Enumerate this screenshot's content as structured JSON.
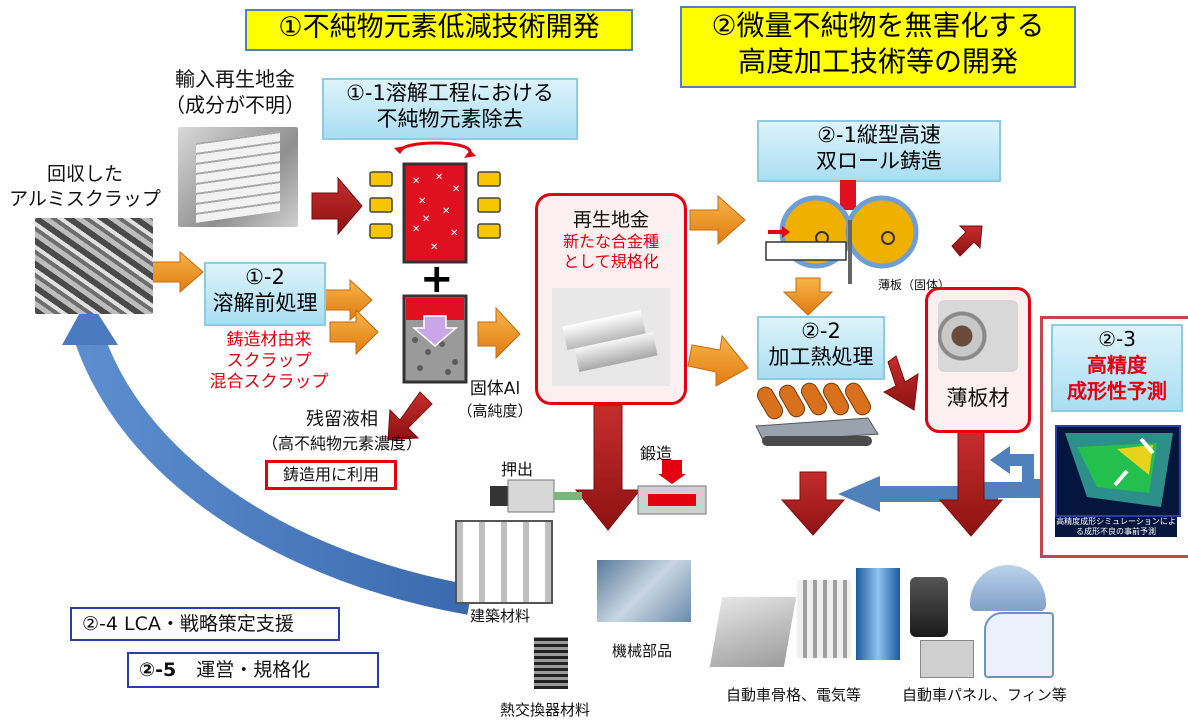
{
  "theme1": {
    "title": "①不純物元素低減技術開発"
  },
  "theme2": {
    "title_line1": "②微量不純物を無害化する",
    "title_line2": "高度加工技術等の開発"
  },
  "ingot_import": {
    "line1": "輸入再生地金",
    "line2": "（成分が不明）"
  },
  "scrap": {
    "line1": "回収した",
    "line2": "アルミスクラップ"
  },
  "step1_1": {
    "line1": "①-1溶解工程における",
    "line2": "不純物元素除去"
  },
  "step1_2": {
    "line1": "①-2",
    "line2": "溶解前処理"
  },
  "pretreat_notes": [
    "鋳造材由来",
    "スクラップ",
    "混合スクラップ"
  ],
  "residual": {
    "line1": "残留液相",
    "line2": "（高不純物元素濃度）"
  },
  "casting_use": "鋳造用に利用",
  "solid_al": {
    "line1": "固体Al",
    "line2": "（高純度）"
  },
  "recycled": {
    "title": "再生地金",
    "sub1": "新たな合金種",
    "sub2": "として規格化"
  },
  "step2_1": {
    "line1": "②-1縦型高速",
    "line2": "双ロール鋳造"
  },
  "thin_plate_solid": "薄板（固体）",
  "step2_2": {
    "line1": "②-2",
    "line2": "加工熱処理"
  },
  "thin_sheet": "薄板材",
  "step2_3": {
    "line1": "②-3",
    "line2": "高精度",
    "line3": "成形性予測"
  },
  "sim_caption": "高精度成形シミュレーションによる成形不良の事前予測",
  "extrusion": "押出",
  "forging": "鍛造",
  "products": {
    "building": "建築材料",
    "machine": "機械部品",
    "heat_exchanger": "熱交換器材料",
    "auto_frame": "自動車骨格、電気等",
    "auto_panel": "自動車パネル、フィン等"
  },
  "step2_4": "②-4 LCA・戦略策定支援",
  "step2_5_num": "②-5",
  "step2_5_text": "運営・規格化",
  "colors": {
    "yellow": "#ffff00",
    "red_text": "#e3000f",
    "blue_arrow": "#4f81bd",
    "dark_red_arrow": "#b22222",
    "orange_arrow": "#f39c12"
  }
}
